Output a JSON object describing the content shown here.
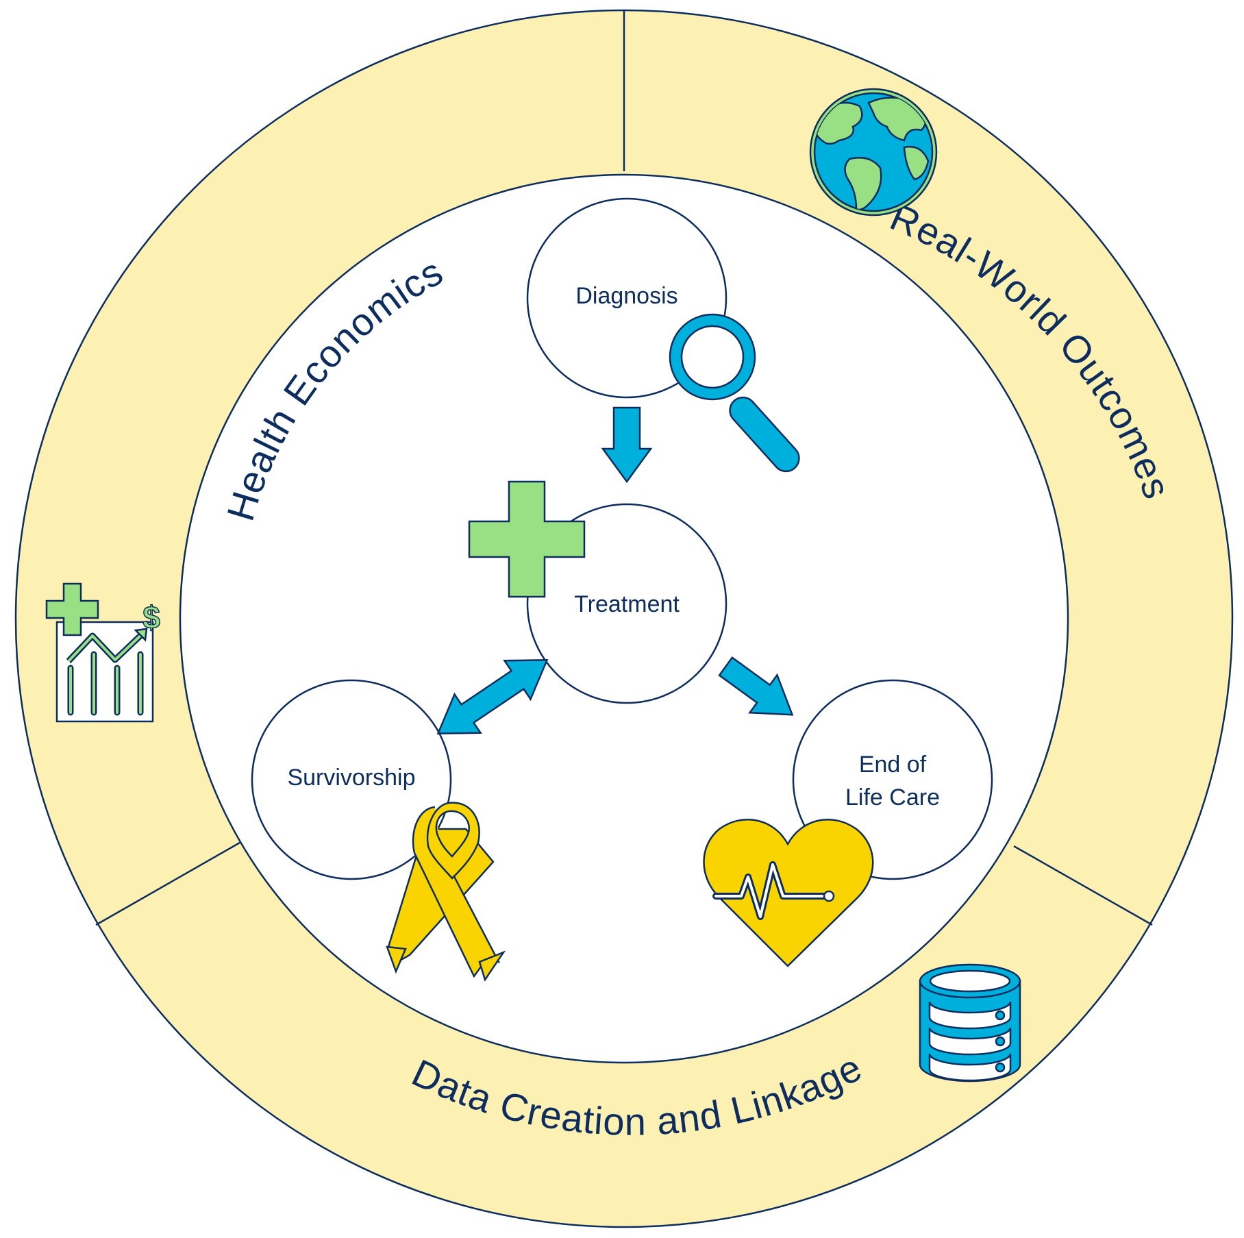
{
  "ring": {
    "health_economics": "Health Economics",
    "real_world_outcomes": "Real-World Outcomes",
    "data_creation": "Data Creation and Linkage"
  },
  "stages": {
    "diagnosis": "Diagnosis",
    "treatment": "Treatment",
    "survivorship": "Survivorship",
    "end_of_life_line1": "End of",
    "end_of_life_line2": "Life Care"
  },
  "icons": {
    "globe": "globe-icon",
    "magnifier": "magnifying-glass-icon",
    "cross": "medical-cross-icon",
    "chart": "health-economics-chart-icon",
    "ribbon": "awareness-ribbon-icon",
    "heart": "heartbeat-icon",
    "database": "database-icon"
  },
  "colors": {
    "ring_fill": "#fdf0b3",
    "outline": "#0d2d5e",
    "blue": "#00b0dc",
    "green": "#98e083",
    "yellow": "#fad400"
  }
}
